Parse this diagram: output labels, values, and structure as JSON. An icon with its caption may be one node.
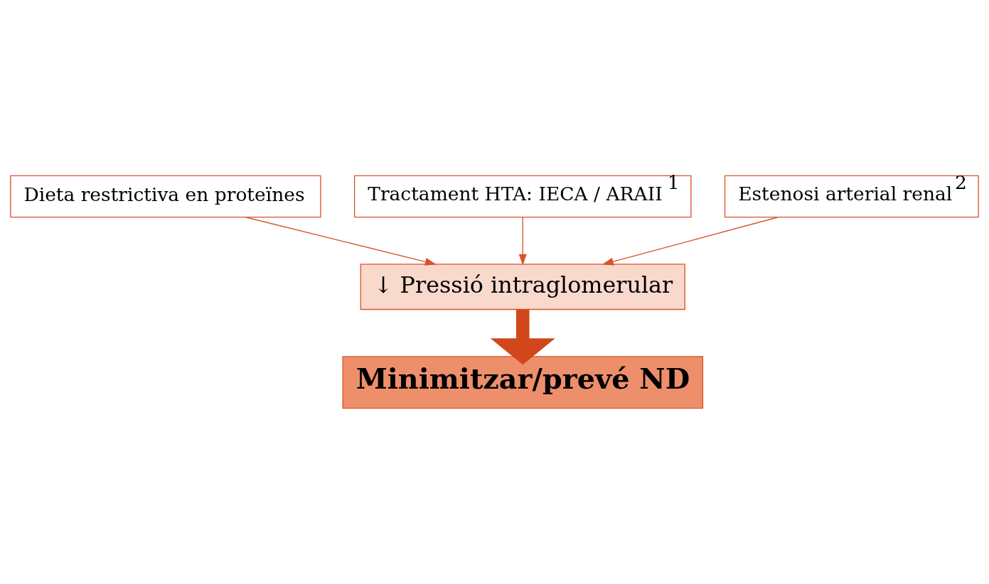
{
  "diagram": {
    "nodes": [
      {
        "text": [
          "Dieta restrictiva en proteïnes"
        ]
      },
      {
        "text": [
          "Tractament HTA: IECA / ARAII $^{1}$"
        ]
      },
      {
        "text": [
          "Estenosi arterial renal$^{2}$"
        ]
      },
      {
        "text": [
          "↓ Pressió intraglomerular"
        ]
      },
      {
        "text": [
          "Minimitzar/prevé ND"
        ]
      }
    ],
    "edges": [
      {
        "from": 0,
        "to": 3,
        "arrow": "to"
      },
      {
        "from": 1,
        "to": 3,
        "arrow": "to"
      },
      {
        "from": 2,
        "to": 3,
        "arrow": "to"
      },
      {
        "from": 3,
        "to": 4,
        "arrow": "to",
        "style": "thick",
        "color": "#d1461a"
      }
    ]
  }
}
